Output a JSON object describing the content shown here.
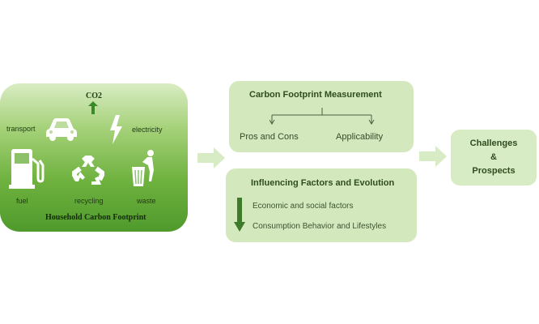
{
  "left_panel": {
    "co2": "CO2",
    "title": "Household Carbon Footprint",
    "icons": [
      {
        "name": "car",
        "label": "transport"
      },
      {
        "name": "lightning",
        "label": "electricity"
      },
      {
        "name": "fuel-pump",
        "label": "fuel"
      },
      {
        "name": "recycle",
        "label": "recycling"
      },
      {
        "name": "trash",
        "label": "waste"
      }
    ]
  },
  "measurement": {
    "title": "Carbon Footprint Measurement",
    "items": [
      "Pros and Cons",
      "Applicability"
    ]
  },
  "factors": {
    "title": "Influencing Factors and Evolution",
    "items": [
      "Economic and social factors",
      "Consumption Behavior and Lifestyles"
    ]
  },
  "challenges": {
    "line1": "Challenges",
    "line2": "&",
    "line3": "Prospects"
  },
  "colors": {
    "box_fill": "#d3e9bd",
    "panel_dark": "#4f9a2c",
    "arrow": "#d7ebc4",
    "icon_white": "#ffffff",
    "dark_green": "#3d7a2a"
  }
}
